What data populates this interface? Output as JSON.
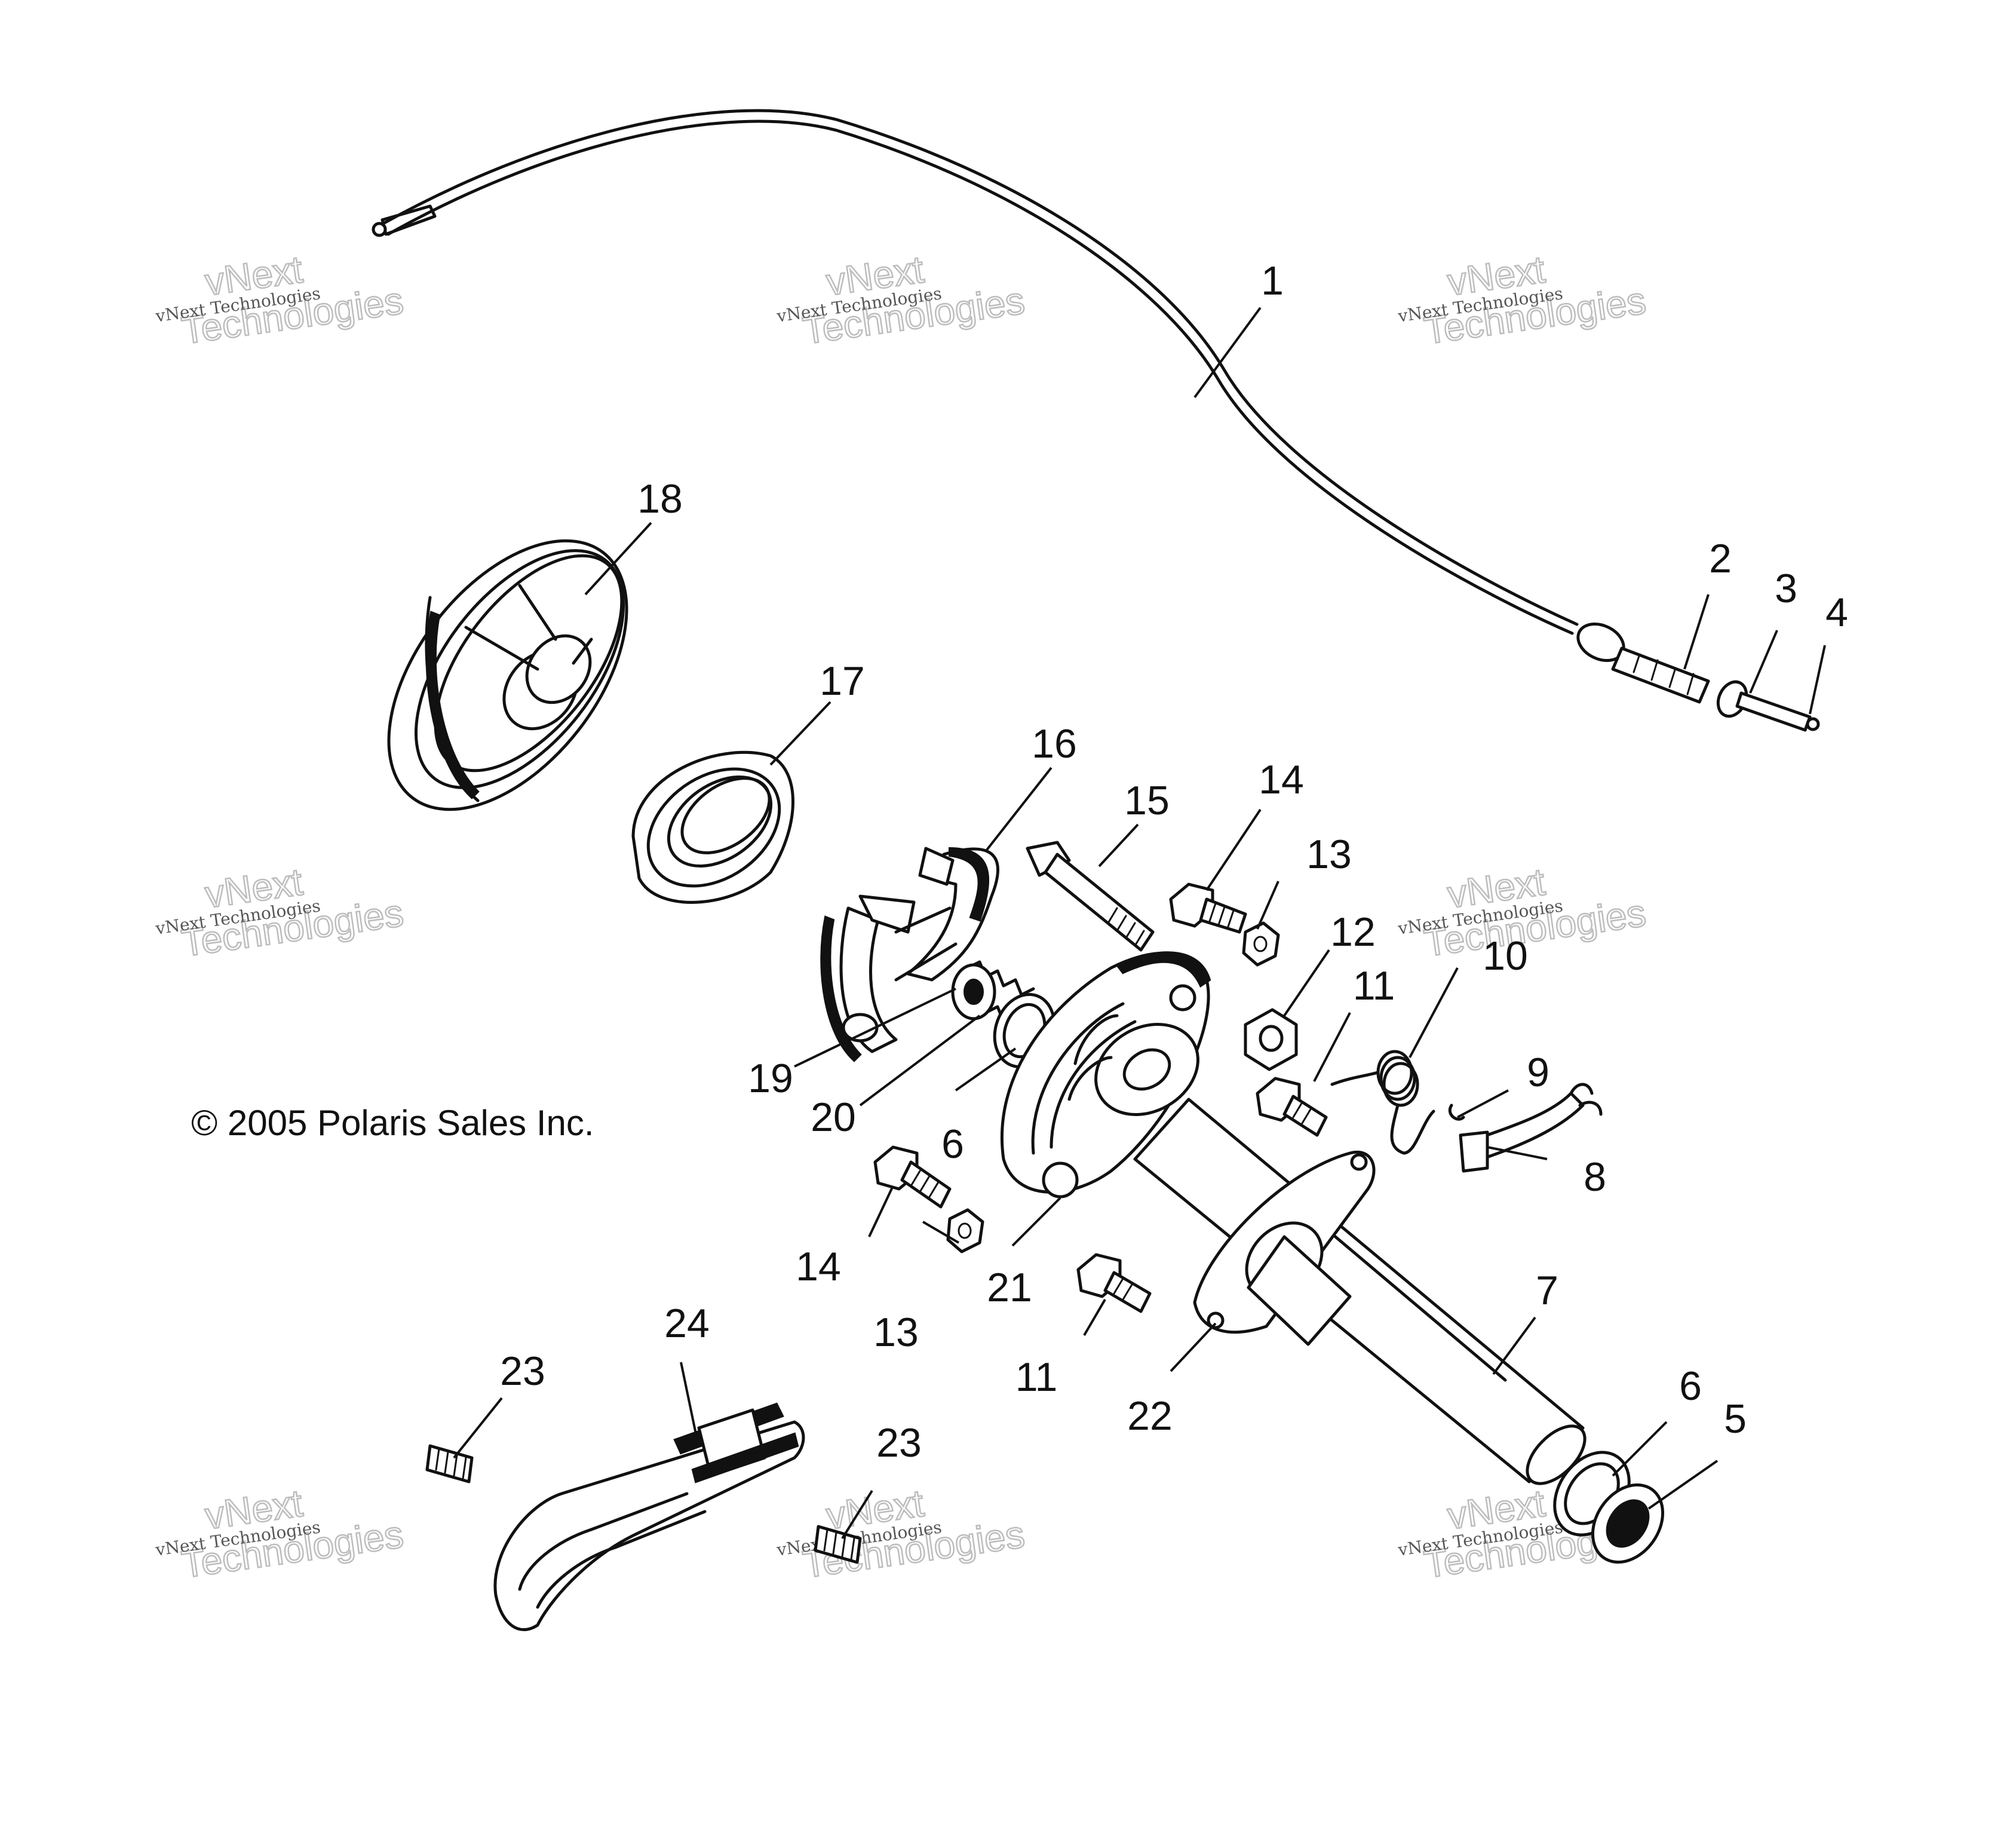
{
  "copyright": "© 2005 Polaris Sales Inc.",
  "watermark": {
    "line1": "vNext",
    "line2": "Technologies",
    "small": "vNext Technologies"
  },
  "callouts": [
    {
      "id": "c1",
      "label": "1"
    },
    {
      "id": "c2",
      "label": "2"
    },
    {
      "id": "c3",
      "label": "3"
    },
    {
      "id": "c4",
      "label": "4"
    },
    {
      "id": "c5",
      "label": "5"
    },
    {
      "id": "c6a",
      "label": "6"
    },
    {
      "id": "c6b",
      "label": "6"
    },
    {
      "id": "c7",
      "label": "7"
    },
    {
      "id": "c8",
      "label": "8"
    },
    {
      "id": "c9",
      "label": "9"
    },
    {
      "id": "c10",
      "label": "10"
    },
    {
      "id": "c11a",
      "label": "11"
    },
    {
      "id": "c11b",
      "label": "11"
    },
    {
      "id": "c12",
      "label": "12"
    },
    {
      "id": "c13a",
      "label": "13"
    },
    {
      "id": "c13b",
      "label": "13"
    },
    {
      "id": "c14a",
      "label": "14"
    },
    {
      "id": "c14b",
      "label": "14"
    },
    {
      "id": "c15",
      "label": "15"
    },
    {
      "id": "c16",
      "label": "16"
    },
    {
      "id": "c17",
      "label": "17"
    },
    {
      "id": "c18",
      "label": "18"
    },
    {
      "id": "c19",
      "label": "19"
    },
    {
      "id": "c20",
      "label": "20"
    },
    {
      "id": "c21",
      "label": "21"
    },
    {
      "id": "c22",
      "label": "22"
    },
    {
      "id": "c23a",
      "label": "23"
    },
    {
      "id": "c23b",
      "label": "23"
    },
    {
      "id": "c24",
      "label": "24"
    }
  ]
}
